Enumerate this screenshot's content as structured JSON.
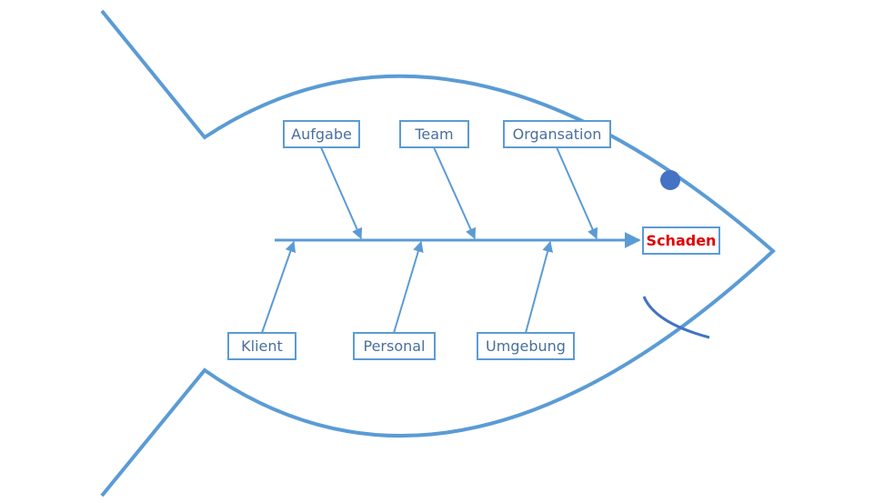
{
  "diagram": {
    "type": "fishbone",
    "effect": "Schaden",
    "causes_top": [
      "Aufgabe",
      "Team",
      "Organsation"
    ],
    "causes_bottom": [
      "Klient",
      "Personal",
      "Umgebung"
    ]
  },
  "colors": {
    "line": "#5b9bd5",
    "box_border": "#5b9bd5",
    "text": "#4a6f9c",
    "effect_text": "#e00000",
    "eye": "#4472c4",
    "mouth": "#4472c4"
  }
}
